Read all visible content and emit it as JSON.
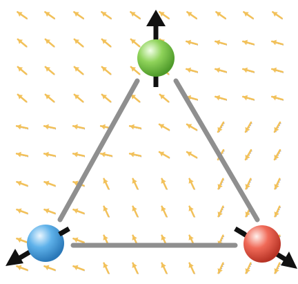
{
  "colors": {
    "background": "#ffffff",
    "field_arrow": "#f2c15a",
    "field_arrow_dots": "#6f7fc6",
    "bond": "#8f8f8f",
    "force_arrow": "#111111",
    "atom_green": "#7ac943",
    "atom_blue": "#4aa3df",
    "atom_red": "#ef5a4a"
  },
  "icons": {
    "field_arrow": "vector-field-arrow-icon",
    "force_arrow": "force-arrow-icon",
    "atom": "atom-sphere-icon",
    "bond": "bond-line-icon"
  },
  "structure": {
    "atoms": [
      {
        "name": "top",
        "color_key": "atom_green"
      },
      {
        "name": "bottom-left",
        "color_key": "atom_blue"
      },
      {
        "name": "bottom-right",
        "color_key": "atom_red"
      }
    ],
    "bonds": [
      [
        "top",
        "bottom-left"
      ],
      [
        "top",
        "bottom-right"
      ],
      [
        "bottom-left",
        "bottom-right"
      ]
    ]
  }
}
